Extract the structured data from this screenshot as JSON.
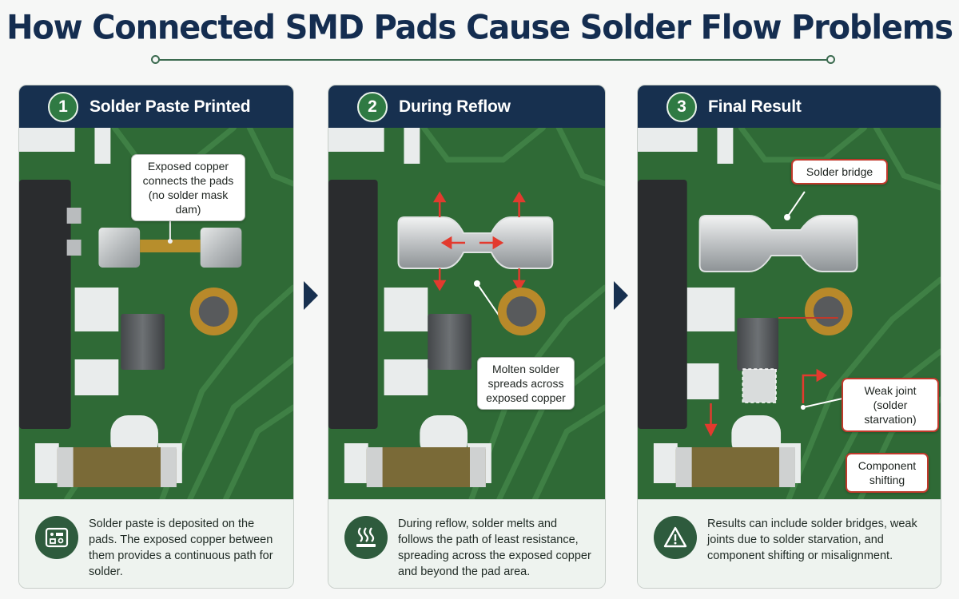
{
  "title": "How Connected SMD Pads Cause Solder Flow Problems",
  "panels": [
    {
      "number": "1",
      "heading": "Solder Paste Printed",
      "callouts": [
        "Exposed copper\nconnects the pads\n(no solder mask dam)"
      ],
      "icon": "pcb-icon",
      "description": "Solder paste is deposited on the pads. The exposed copper between them provides a continuous path for solder."
    },
    {
      "number": "2",
      "heading": "During Reflow",
      "callouts": [
        "Molten solder\nspreads across\nexposed copper"
      ],
      "icon": "heat-icon",
      "description": "During reflow, solder melts and follows the path of least resistance, spreading across the exposed copper and beyond the pad area."
    },
    {
      "number": "3",
      "heading": "Final Result",
      "callouts": [
        "Solder bridge",
        "Weak joint\n(solder starvation)",
        "Component\nshifting"
      ],
      "icon": "warning-icon",
      "description": "Results can include solder bridges, weak joints due to solder starvation, and component shifting or misalignment."
    }
  ],
  "colors": {
    "header": "#17304f",
    "badge": "#2f7a43",
    "board": "#2f6a36",
    "warning": "#c0392b"
  }
}
